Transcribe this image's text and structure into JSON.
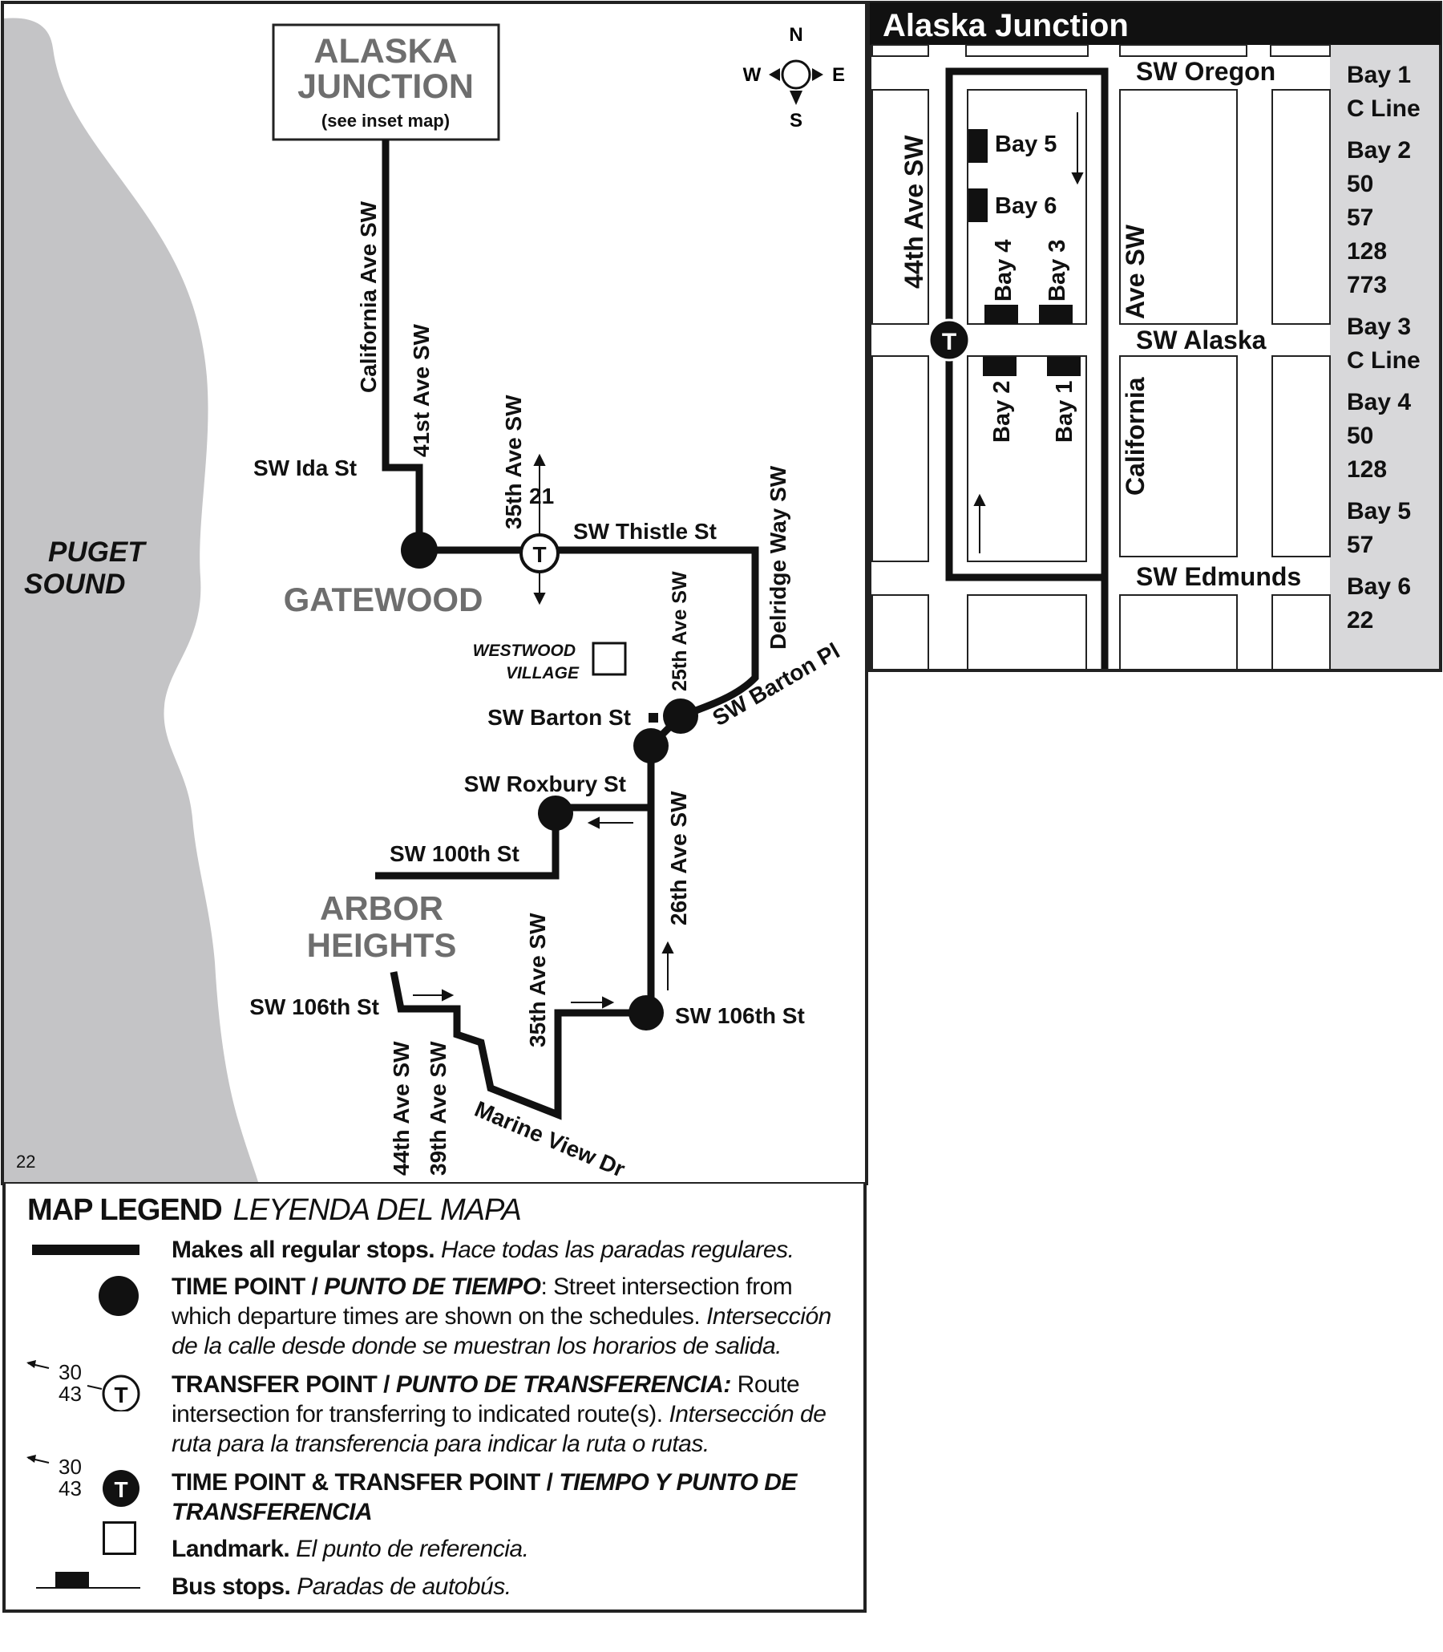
{
  "page_number": "22",
  "water_label": [
    "PUGET",
    "SOUND"
  ],
  "compass": {
    "n": "N",
    "s": "S",
    "e": "E",
    "w": "W"
  },
  "alaska_box": {
    "line1": "ALASKA",
    "line2": "JUNCTION",
    "line3": "(see inset map)"
  },
  "neighborhoods": {
    "gatewood": "GATEWOOD",
    "arbor1": "ARBOR",
    "arbor2": "HEIGHTS"
  },
  "streets": {
    "california": "California Ave SW",
    "ave41": "41st Ave SW",
    "ida": "SW Ida St",
    "ave35_n": "35th Ave SW",
    "route21": "21",
    "thistle": "SW Thistle St",
    "delridge": "Delridge Way SW",
    "ave25": "25th Ave SW",
    "westwood1": "WESTWOOD",
    "westwood2": "VILLAGE",
    "barton_st": "SW Barton St",
    "barton_pl": "SW Barton Pl",
    "roxbury": "SW Roxbury St",
    "sw100": "SW 100th St",
    "ave26": "26th Ave SW",
    "ave35_s": "35th Ave SW",
    "sw106_w": "SW 106th St",
    "sw106_e": "SW 106th St",
    "ave44": "44th Ave SW",
    "ave39": "39th Ave SW",
    "marine": "Marine View Dr"
  },
  "inset": {
    "title": "Alaska Junction",
    "oregon": "SW Oregon",
    "alaska": "SW Alaska",
    "edmunds": "SW Edmunds",
    "ave44": "44th Ave SW",
    "california_a": "California",
    "california_b": "Ave SW",
    "bay_labels": {
      "b1": "Bay 1",
      "b2": "Bay 2",
      "b3": "Bay 3",
      "b4": "Bay 4",
      "b5": "Bay 5",
      "b6": "Bay 6"
    },
    "bay_list": [
      {
        "bay": "Bay 1",
        "routes": [
          "C Line"
        ]
      },
      {
        "bay": "Bay 2",
        "routes": [
          "50",
          "57",
          "128",
          "773"
        ]
      },
      {
        "bay": "Bay 3",
        "routes": [
          "C Line"
        ]
      },
      {
        "bay": "Bay 4",
        "routes": [
          "50",
          "128"
        ]
      },
      {
        "bay": "Bay 5",
        "routes": [
          "57"
        ]
      },
      {
        "bay": "Bay 6",
        "routes": [
          "22"
        ]
      }
    ]
  },
  "legend": {
    "title": "MAP LEGEND",
    "title_es": "LEYENDA DEL MAPA",
    "sample_routes": [
      "30",
      "43"
    ],
    "items": {
      "line_b": "Makes all regular stops.",
      "line_i": "Hace todas las paradas regulares.",
      "tp_b": "TIME POINT / ",
      "tp_bi": "PUNTO DE TIEMPO",
      "tp_r": ": Street intersection from which departure times are shown on the schedules. ",
      "tp_i": "Intersección de la calle desde donde se muestran los horarios de salida.",
      "tr_b": "TRANSFER POINT / ",
      "tr_bi": "PUNTO DE TRANSFERENCIA:",
      "tr_r": " Route intersection for transferring to indicated route(s). ",
      "tr_i": "Intersección de ruta para la transferencia para indicar la ruta o rutas.",
      "tt_b": "TIME POINT & TRANSFER POINT / ",
      "tt_bi": "TIEMPO Y PUNTO DE TRANSFERENCIA",
      "lm_b": "Landmark.",
      "lm_i": "El punto de referencia.",
      "bs_b": "Bus stops.",
      "bs_i": "Paradas de autobús."
    }
  },
  "colors": {
    "route": "#111111",
    "water": "#c4c4c6",
    "neighborhood_text": "#6e6e6e",
    "inset_panel": "#d8d8da"
  }
}
